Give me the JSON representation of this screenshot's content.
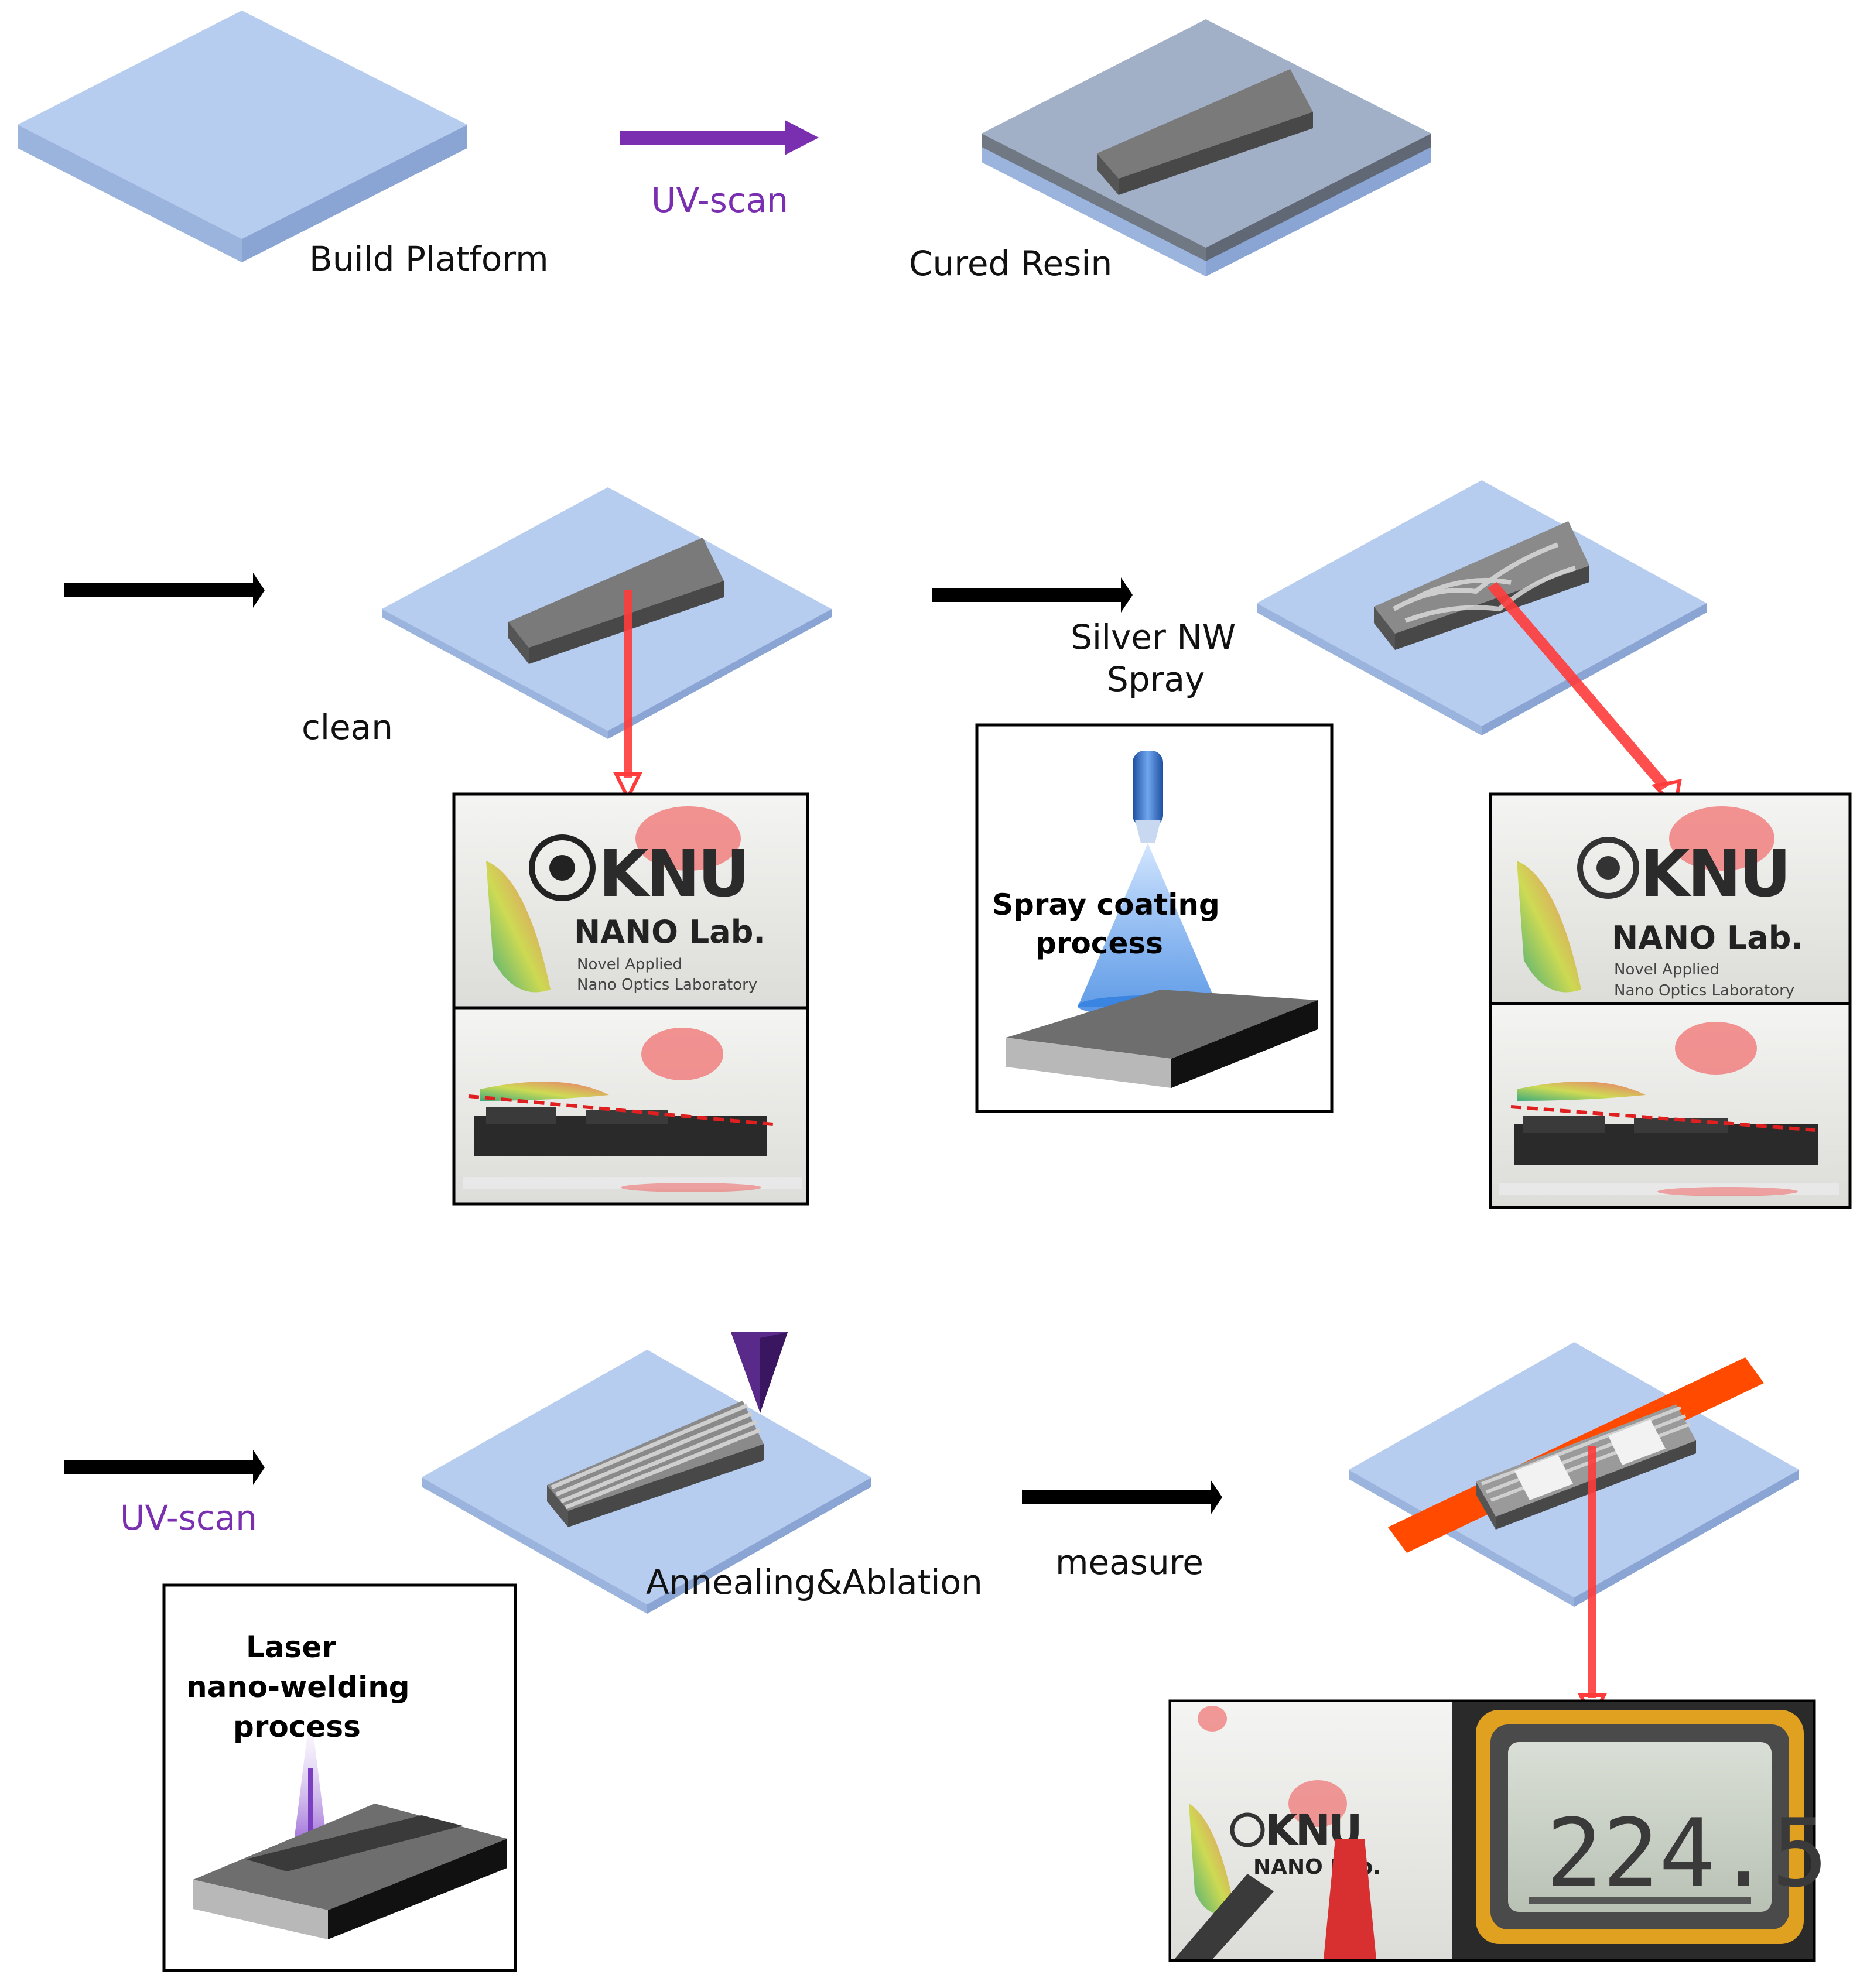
{
  "labels": {
    "build_platform": "Build Platform",
    "uv_scan_1": "UV-scan",
    "cured_resin": "Cured Resin",
    "clean": "clean",
    "silver_nw_line1": "Silver NW",
    "silver_nw_line2": "Spray",
    "uv_scan_2": "UV-scan",
    "annealing_ablation": "Annealing&Ablation",
    "measure": "measure"
  },
  "insets": {
    "spray_line1": "Spray coating",
    "spray_line2": "process",
    "laser_line1": "Laser",
    "laser_line2": "nano-welding",
    "laser_line3": "process"
  },
  "photos": {
    "logo_text": "KNU",
    "lab_name": "NANO Lab.",
    "lab_sub1": "Novel Applied",
    "lab_sub2": "Nano Optics Laboratory",
    "meter_reading": "224.5"
  },
  "colors": {
    "platform": "#b7cdf0",
    "resin": "#6f6f6f",
    "uv_arrow": "#7a2fb0",
    "process_arrow": "#000000",
    "callout_arrow": "#ff3b3b",
    "electrode": "#ff4a00"
  }
}
